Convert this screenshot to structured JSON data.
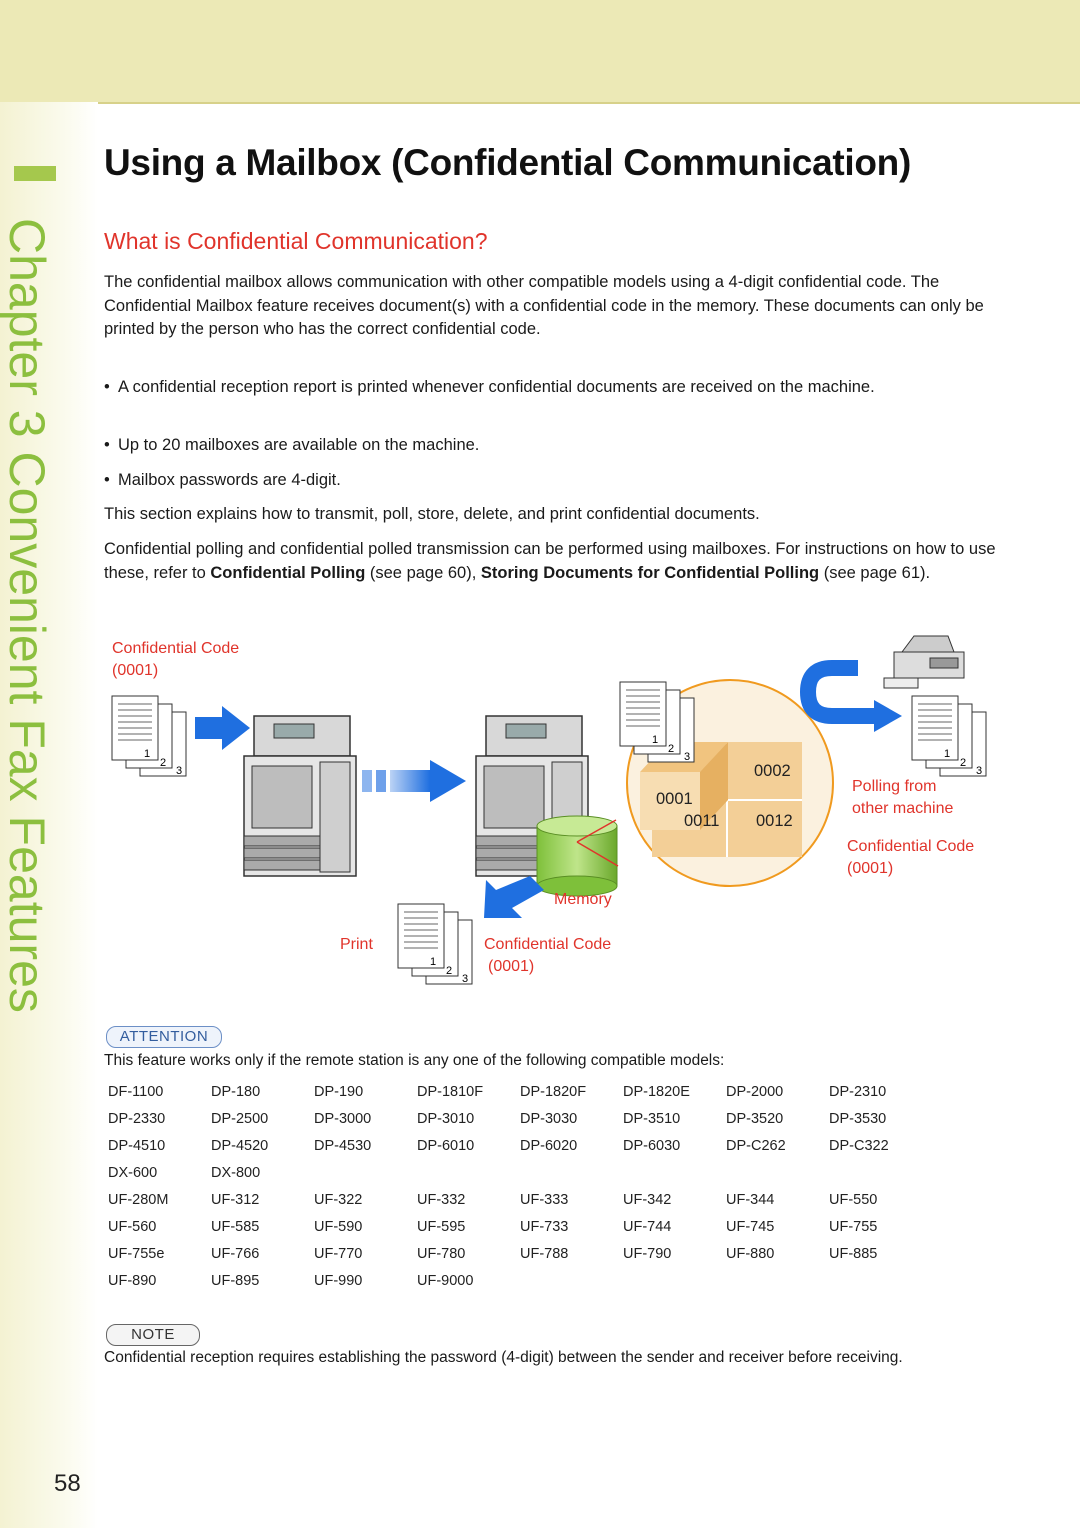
{
  "chapter": {
    "label": "Chapter 3   Convenient Fax Features"
  },
  "title": "Using a Mailbox (Confidential Communication)",
  "subtitle": "What is Confidential Communication?",
  "intro": "The confidential mailbox allows communication with other compatible models using a 4-digit confidential code. The Confidential Mailbox feature receives document(s) with a confidential code in the memory. These documents can only be printed by the person who has the correct confidential code.",
  "bullets": [
    "A confidential reception report is printed whenever confidential documents are received on the machine.",
    "Up to 20 mailboxes are available on the machine.",
    "Mailbox passwords are 4-digit."
  ],
  "section_text": "This section explains how to transmit, poll, store, delete, and print confidential documents.",
  "polling_text": {
    "part1": "Confidential polling and confidential polled transmission can be performed using mailboxes. For instructions on how to use these, refer to ",
    "bold1": "Confidential Polling",
    "part2": " (see page 60), ",
    "bold2": "Storing Documents for Confidential Polling",
    "part3": " (see page 61)."
  },
  "diagram": {
    "code_left_line1": "Confidential Code",
    "code_left_line2": "(0001)",
    "box_0002": "0002",
    "box_0001": "0001",
    "box_0011": "0011",
    "box_0012": "0012",
    "polling_line1": "Polling from",
    "polling_line2": "other machine",
    "code_right_line1": "Confidential Code",
    "code_right_line2": "(0001)",
    "memory": "Memory",
    "print": "Print",
    "code_bottom_line1": "Confidential Code",
    "code_bottom_line2": "(0001)",
    "page_nums": [
      "1",
      "2",
      "3"
    ]
  },
  "attention": {
    "label": "ATTENTION",
    "text": "This feature works only if the remote station is any one of the following compatible models:"
  },
  "models": [
    [
      "DF-1100",
      "DP-180",
      "DP-190",
      "DP-1810F",
      "DP-1820F",
      "DP-1820E",
      "DP-2000",
      "DP-2310"
    ],
    [
      "DP-2330",
      "DP-2500",
      "DP-3000",
      "DP-3010",
      "DP-3030",
      "DP-3510",
      "DP-3520",
      "DP-3530"
    ],
    [
      "DP-4510",
      "DP-4520",
      "DP-4530",
      "DP-6010",
      "DP-6020",
      "DP-6030",
      "DP-C262",
      "DP-C322"
    ],
    [
      "DX-600",
      "DX-800"
    ],
    [
      "UF-280M",
      "UF-312",
      "UF-322",
      "UF-332",
      "UF-333",
      "UF-342",
      "UF-344",
      "UF-550"
    ],
    [
      "UF-560",
      "UF-585",
      "UF-590",
      "UF-595",
      "UF-733",
      "UF-744",
      "UF-745",
      "UF-755"
    ],
    [
      "UF-755e",
      "UF-766",
      "UF-770",
      "UF-780",
      "UF-788",
      "UF-790",
      "UF-880",
      "UF-885"
    ],
    [
      "UF-890",
      "UF-895",
      "UF-990",
      "UF-9000"
    ]
  ],
  "note": {
    "label": "NOTE",
    "text": "Confidential reception requires establishing the password (4-digit) between the sender and receiver before receiving."
  },
  "page_number": "58",
  "colors": {
    "accent_red": "#e0342b",
    "chapter_green": "#8cbf3f",
    "band": "#ece9b6",
    "arrow_blue": "#1f6fe0"
  }
}
